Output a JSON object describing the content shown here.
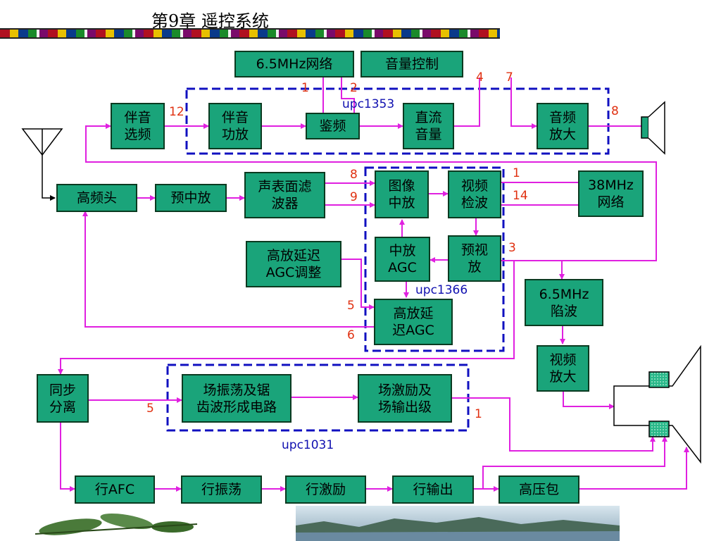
{
  "header": {
    "title": "第9章  遥控系统"
  },
  "boxes": {
    "net65": "6.5MHz网络",
    "volctl": "音量控制",
    "sndsel": "伴音\n选频",
    "sndamp": "伴音\n功放",
    "discr": "鉴频",
    "dcvol": "直流\n音量",
    "audamp": "音频\n放大",
    "tuner": "高频头",
    "preif": "预中放",
    "saw": "声表面滤\n波器",
    "imgif": "图像\n中放",
    "viddet": "视频\n检波",
    "net38": "38MHz\n网络",
    "rfagcadj": "高放延迟\nAGC调整",
    "ifagc": "中放\nAGC",
    "previd": "预视\n放",
    "rfagc": "高放延\n迟AGC",
    "trap65": "6.5MHz\n陷波",
    "vidamp": "视频\n放大",
    "sync": "同步\n分离",
    "fosc": "场振荡及锯\n齿波形成电路",
    "fout": "场激励及\n场输出级",
    "hafc": "行AFC",
    "hosc": "行振荡",
    "hdrv": "行激励",
    "hout": "行输出",
    "hvt": "高压包"
  },
  "chips": {
    "c1353": "upc1353",
    "c1366": "upc1366",
    "c1031": "upc1031"
  },
  "pins": {
    "p1a": "1",
    "p2a": "2",
    "p4a": "4",
    "p7a": "7",
    "p12": "12",
    "p8a": "8",
    "p8b": "8",
    "p9": "9",
    "p1b": "1",
    "p14": "14",
    "p3": "3",
    "p5a": "5",
    "p6": "6",
    "p5b": "5",
    "p1c": "1"
  },
  "colors": {
    "box": "#1aa47a",
    "line": "#e020e0",
    "chip_border": "#1010c0",
    "pin": "#e03010",
    "chip_label": "#1010b0"
  }
}
